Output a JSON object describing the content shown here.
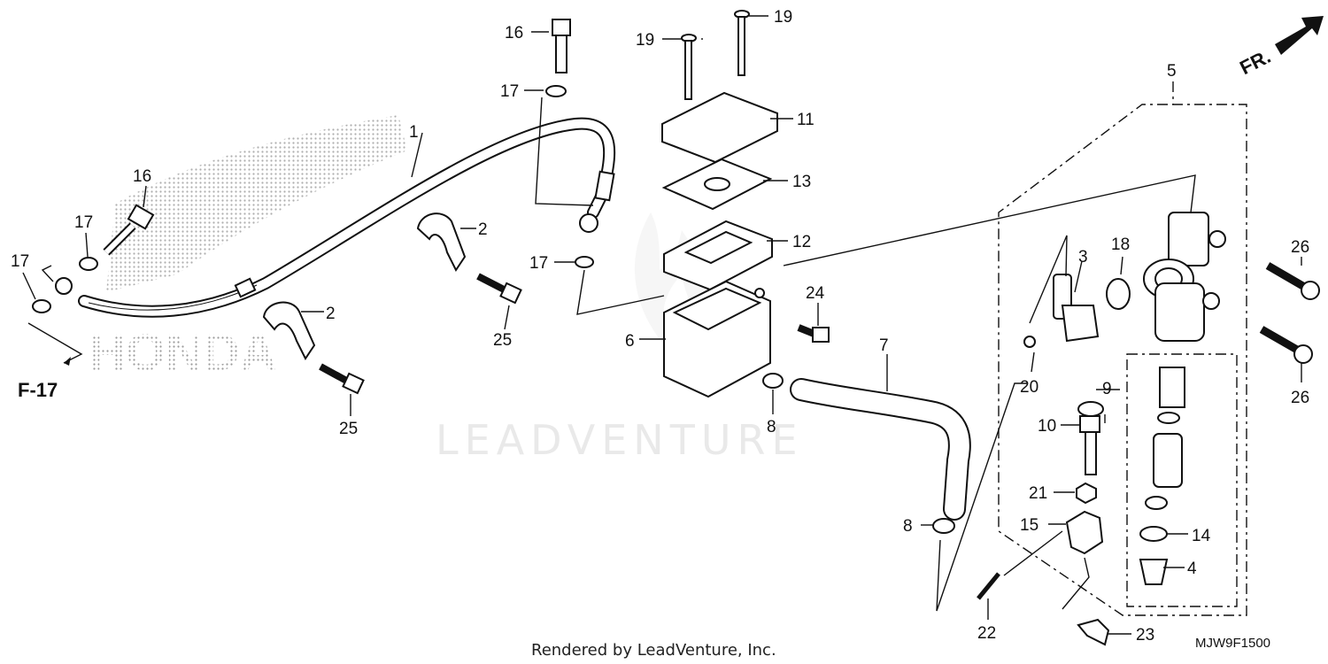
{
  "diagram": {
    "fr_label": "FR.",
    "ref_label": "F-17",
    "watermark": "LEADVENTURE",
    "background_brand": "HONDA",
    "diagram_code": "MJW9F1500",
    "footer": "Rendered by LeadVenture, Inc.",
    "callouts": {
      "c1": "1",
      "c2a": "2",
      "c2b": "2",
      "c3": "3",
      "c4": "4",
      "c5": "5",
      "c6": "6",
      "c7": "7",
      "c8a": "8",
      "c8b": "8",
      "c9": "9",
      "c10": "10",
      "c11": "11",
      "c12": "12",
      "c13": "13",
      "c14": "14",
      "c15": "15",
      "c16a": "16",
      "c16b": "16",
      "c17a": "17",
      "c17b": "17",
      "c17c": "17",
      "c17d": "17",
      "c18": "18",
      "c19a": "19",
      "c19b": "19",
      "c20": "20",
      "c21": "21",
      "c22": "22",
      "c23": "23",
      "c24": "24",
      "c25a": "25",
      "c25b": "25",
      "c26a": "26",
      "c26b": "26"
    },
    "colors": {
      "line": "#111111",
      "watermark": "#e9e9e9",
      "dot_pattern": "#9a9a9a"
    }
  }
}
